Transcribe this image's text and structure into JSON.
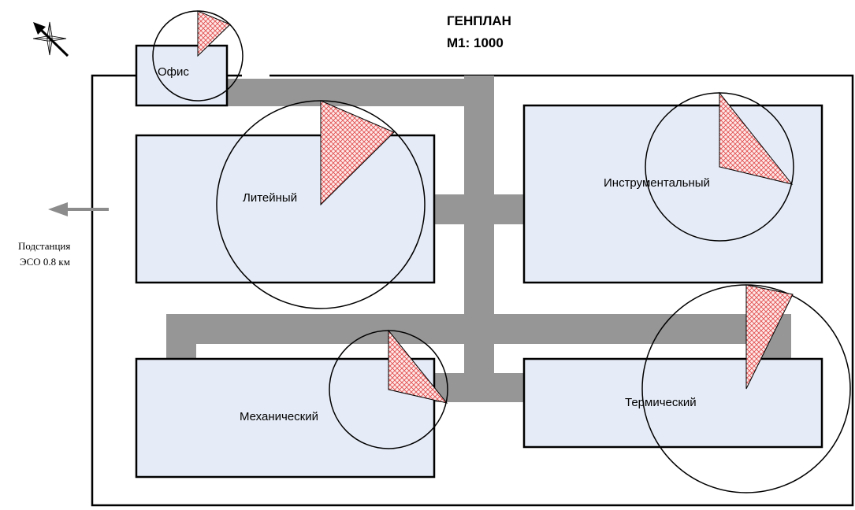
{
  "title": "ГЕНПЛАН",
  "scale": "М1: 1000",
  "buildings": {
    "office": "Офис",
    "foundry": "Литейный",
    "tool": "Инструментальный",
    "mechanical": "Механический",
    "thermal": "Термический"
  },
  "substation": {
    "line1": "Подстанция",
    "line2": "ЭСО 0.8 км"
  },
  "colors": {
    "building_fill": "#e6ecf7",
    "road": "#969696",
    "sector_hatch": "#e05050",
    "arrow": "#8c8c8c"
  },
  "icons": {
    "compass": "north-arrow-icon",
    "substation_direction": "arrow-left-icon"
  }
}
